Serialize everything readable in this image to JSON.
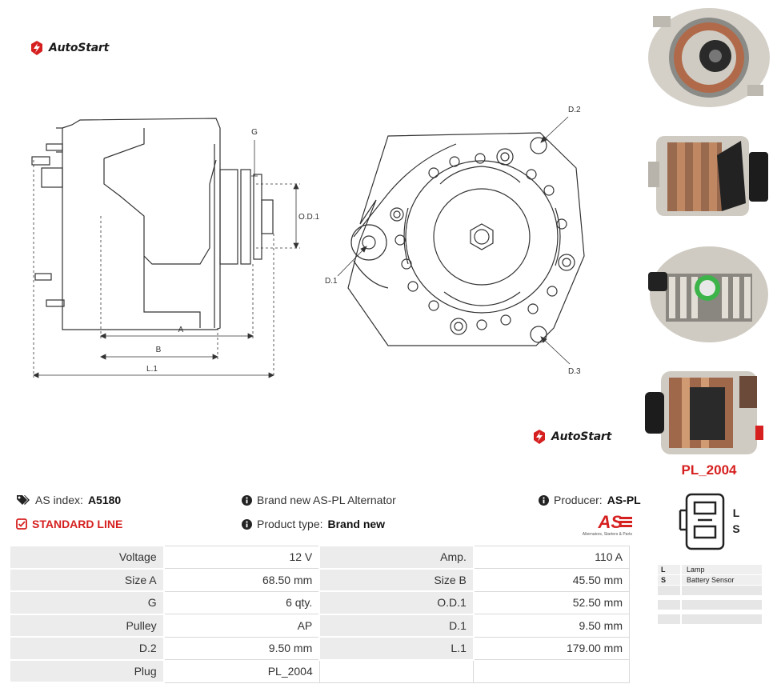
{
  "brand": {
    "name": "AutoStart"
  },
  "drawing": {
    "labels": {
      "g": "G",
      "od1": "O.D.1",
      "a": "A",
      "b": "B",
      "l1": "L.1",
      "d1": "D.1",
      "d2": "D.2",
      "d3": "D.3"
    }
  },
  "info": {
    "as_index_label": "AS index:",
    "as_index_value": "A5180",
    "line": "STANDARD LINE",
    "brand_new": "Brand new AS-PL Alternator",
    "product_type_label": "Product type:",
    "product_type_value": "Brand new",
    "producer_label": "Producer:",
    "producer_value": "AS-PL"
  },
  "as_logo": {
    "mark": "AS",
    "tagline": "Alternators, Starters & Parts"
  },
  "plug": {
    "code": "PL_2004",
    "pins": [
      "L",
      "S"
    ]
  },
  "legend": [
    {
      "key": "L",
      "value": "Lamp"
    },
    {
      "key": "S",
      "value": "Battery Sensor"
    },
    {
      "key": "",
      "value": ""
    },
    {
      "key": "",
      "value": ""
    },
    {
      "key": "",
      "value": ""
    }
  ],
  "specs": [
    [
      {
        "label": "Voltage",
        "value": "12 V"
      },
      {
        "label": "Amp.",
        "value": "110 A"
      }
    ],
    [
      {
        "label": "Size A",
        "value": "68.50 mm"
      },
      {
        "label": "Size B",
        "value": "45.50 mm"
      }
    ],
    [
      {
        "label": "G",
        "value": "6 qty."
      },
      {
        "label": "O.D.1",
        "value": "52.50 mm"
      }
    ],
    [
      {
        "label": "Pulley",
        "value": "AP"
      },
      {
        "label": "D.1",
        "value": "9.50 mm"
      }
    ],
    [
      {
        "label": "D.2",
        "value": "9.50 mm"
      },
      {
        "label": "L.1",
        "value": "179.00 mm"
      }
    ],
    [
      {
        "label": "Plug",
        "value": "PL_2004"
      },
      {
        "label": "",
        "value": ""
      }
    ]
  ],
  "colors": {
    "accent": "#d62020",
    "label_bg": "#ececec",
    "border": "#d9d9d9"
  }
}
